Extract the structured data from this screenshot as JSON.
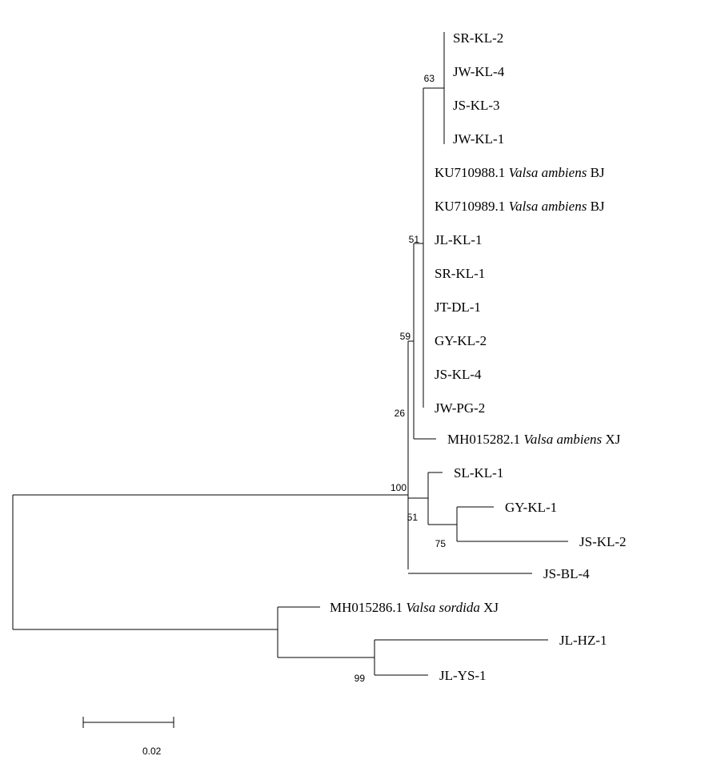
{
  "figure": {
    "type": "phylogenetic-tree",
    "line_color": "#000000",
    "background": "#ffffff"
  },
  "scale_bar": {
    "label": "0.02",
    "value": 0.02
  },
  "leaves": [
    {
      "id": "SR-KL-2",
      "label": "SR-KL-2"
    },
    {
      "id": "JW-KL-4",
      "label": "JW-KL-4"
    },
    {
      "id": "JS-KL-3",
      "label": "JS-KL-3"
    },
    {
      "id": "JW-KL-1",
      "label": "JW-KL-1"
    },
    {
      "id": "KU710988",
      "prefix": "KU710988.1",
      "species": "Valsa ambiens",
      "suffix": "BJ"
    },
    {
      "id": "KU710989",
      "prefix": "KU710989.1",
      "species": "Valsa ambiens",
      "suffix": "BJ"
    },
    {
      "id": "JL-KL-1",
      "label": "JL-KL-1"
    },
    {
      "id": "SR-KL-1",
      "label": "SR-KL-1"
    },
    {
      "id": "JT-DL-1",
      "label": "JT-DL-1"
    },
    {
      "id": "GY-KL-2",
      "label": "GY-KL-2"
    },
    {
      "id": "JS-KL-4",
      "label": "JS-KL-4"
    },
    {
      "id": "JW-PG-2",
      "label": "JW-PG-2"
    },
    {
      "id": "MH015282",
      "prefix": "MH015282.1",
      "species": "Valsa ambiens",
      "suffix": "XJ"
    },
    {
      "id": "SL-KL-1",
      "label": "SL-KL-1"
    },
    {
      "id": "GY-KL-1",
      "label": "GY-KL-1"
    },
    {
      "id": "JS-KL-2",
      "label": "JS-KL-2"
    },
    {
      "id": "JS-BL-4",
      "label": "JS-BL-4"
    },
    {
      "id": "MH015286",
      "prefix": "MH015286.1",
      "species": "Valsa sordida",
      "suffix": "XJ"
    },
    {
      "id": "JL-HZ-1",
      "label": "JL-HZ-1"
    },
    {
      "id": "JL-YS-1",
      "label": "JL-YS-1"
    }
  ],
  "support_values": [
    {
      "id": "n63",
      "text": "63"
    },
    {
      "id": "n51a",
      "text": "51"
    },
    {
      "id": "n59",
      "text": "59"
    },
    {
      "id": "n26",
      "text": "26"
    },
    {
      "id": "n100",
      "text": "100"
    },
    {
      "id": "n51b",
      "text": "51"
    },
    {
      "id": "n75",
      "text": "75"
    },
    {
      "id": "n99",
      "text": "99"
    }
  ]
}
